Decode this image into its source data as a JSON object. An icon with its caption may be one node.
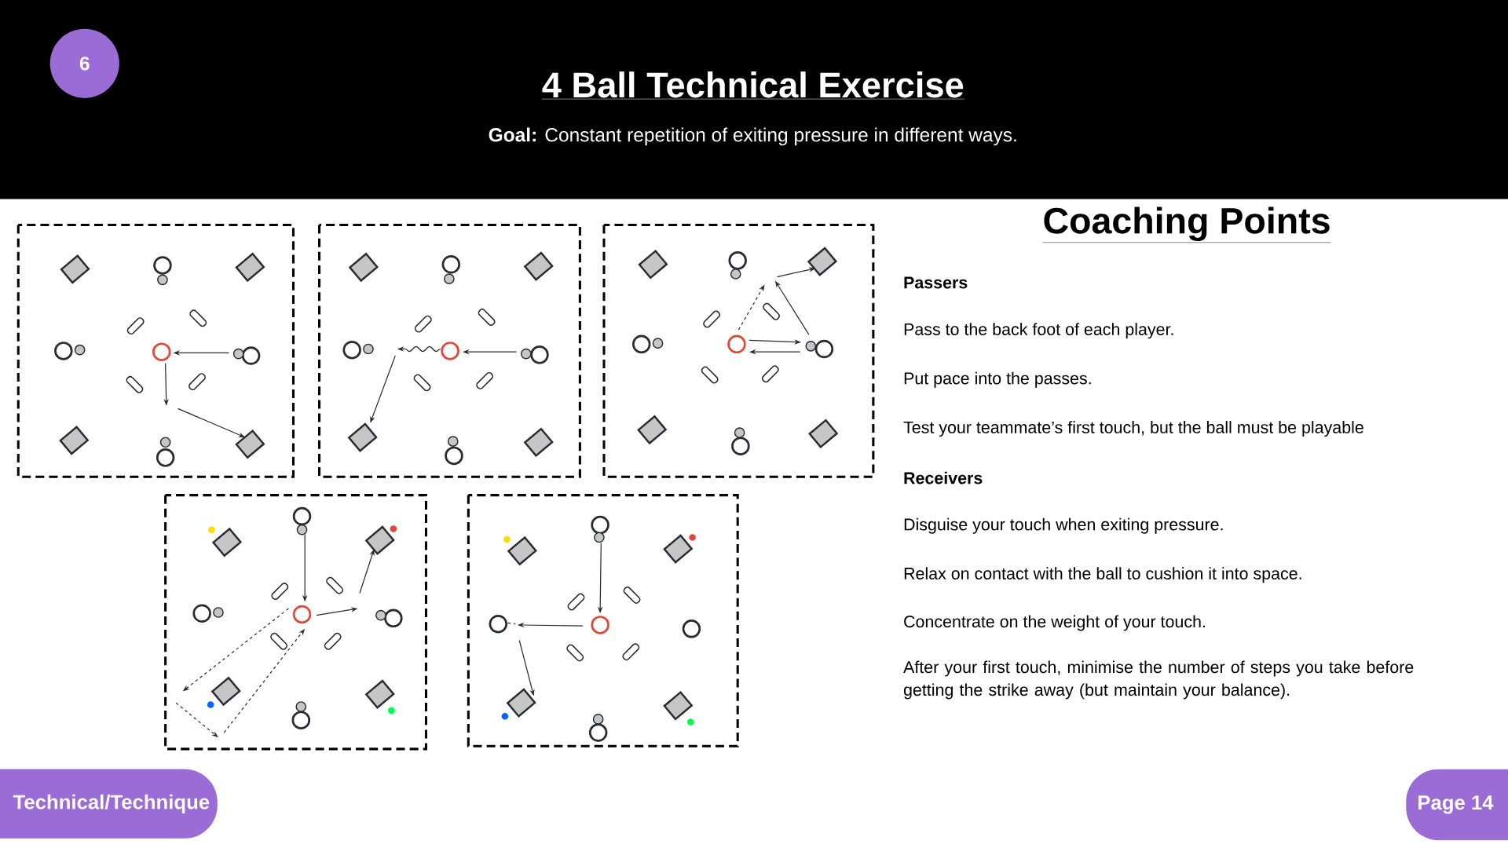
{
  "diagram": {
    "title": "4 Ball Technical Exercise",
    "nodes": [
      {
        "text": [
          "6"
        ]
      },
      {
        "text": [
          "Technical/Technique"
        ]
      },
      {
        "text": [
          "Page 14"
        ]
      }
    ],
    "labels": [
      "**Goal:** Constant repetition of exiting pressure in different ways.",
      "Coaching Points",
      "Passers",
      "Pass to the back foot of each player.",
      "Put pace into the passes.",
      "Test your teammate’s first touch, but the ball must be playable",
      "Receivers",
      "Disguise your touch when exiting pressure.",
      "Relax on contact with the ball to cushion it into space.",
      "Concentrate on the weight of your touch.",
      "After your first touch, minimise the number of steps you take before getting the strike away (but maintain your balance)."
    ]
  }
}
